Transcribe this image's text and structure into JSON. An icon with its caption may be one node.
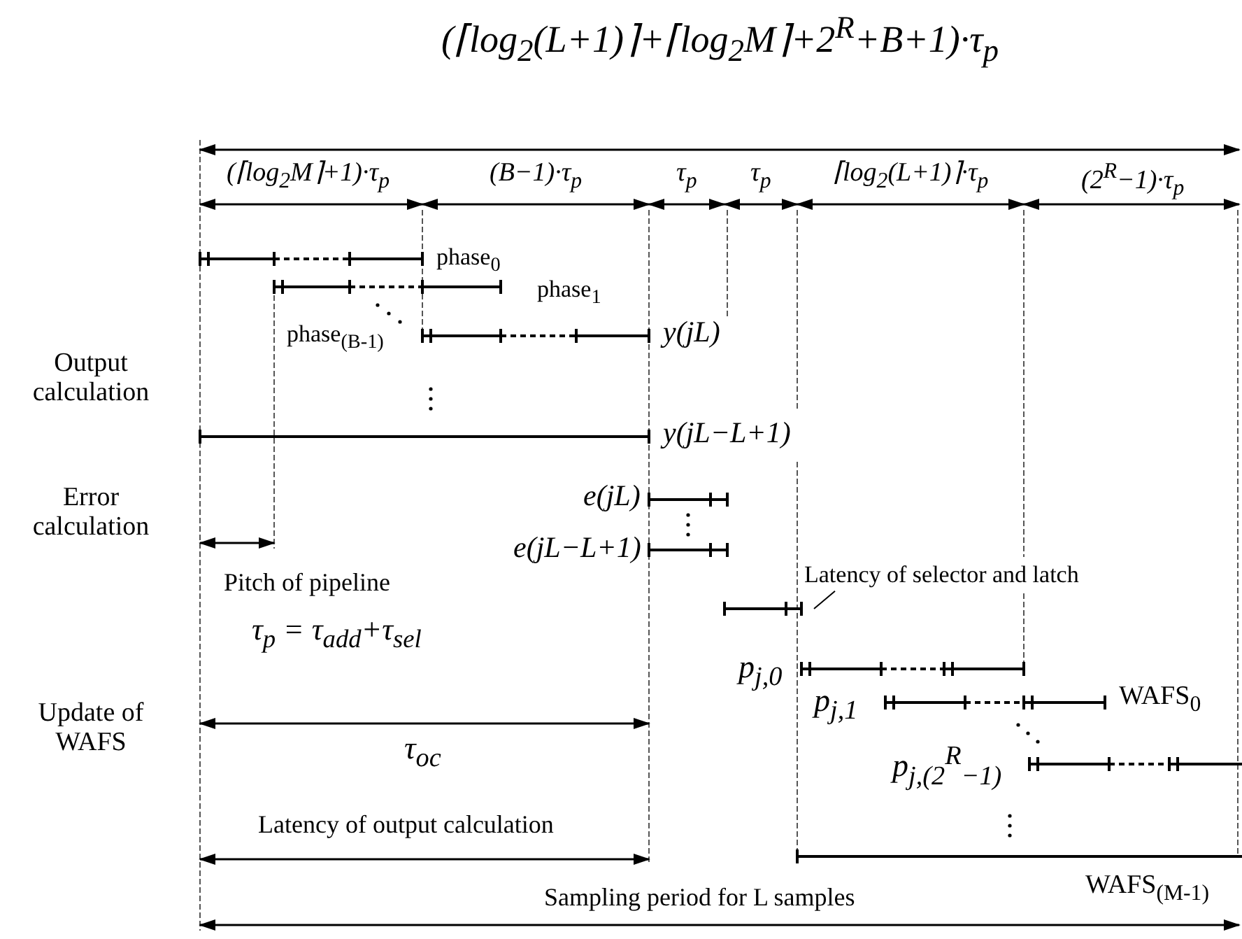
{
  "diagram": {
    "nodes": [
      {
        "text": [
          "Latency of selector and latch"
        ]
      },
      {
        "text": [],
        "shape": "bar"
      }
    ],
    "edges": [
      {
        "from": 0,
        "to": 1,
        "arrow": "none"
      }
    ],
    "labels": [
      "(⌈log$_{2}$(L+1)⌉+⌈log$_{2}$M⌉+2$^{R}$+B+1)·τ$_{p}$",
      "(⌈log$_{2}$M⌉+1)·τ$_{p}$",
      "(B−1)·τ$_{p}$",
      "τ$_{p}$",
      "τ$_{p}$",
      "⌈log$_{2}$(L+1)⌉·τ$_{p}$",
      "(2$^{R}$−1)·τ$_{p}$",
      "phase$_{0}$",
      "phase$_{1}$",
      "Output calculation",
      "phase$_{(B-1)}$",
      "y(jL)",
      "y(jL−L+1)",
      "Error calculation",
      "e(jL)",
      "e(jL−L+1)",
      "Pitch of pipeline",
      "τ$_{p}$ = τ$_{add}$+τ$_{sel}$",
      "p$_{j,0}$",
      "p$_{j,1}$",
      "WAFS$_{0}$",
      "Update of WAFS",
      "p$_{j,(2}$$^{R}$$_{−1)}$",
      "τ$_{oc}$",
      "Latency of output calculation",
      "Sampling period for L samples",
      "WAFS$_{(M-1)}$"
    ]
  }
}
